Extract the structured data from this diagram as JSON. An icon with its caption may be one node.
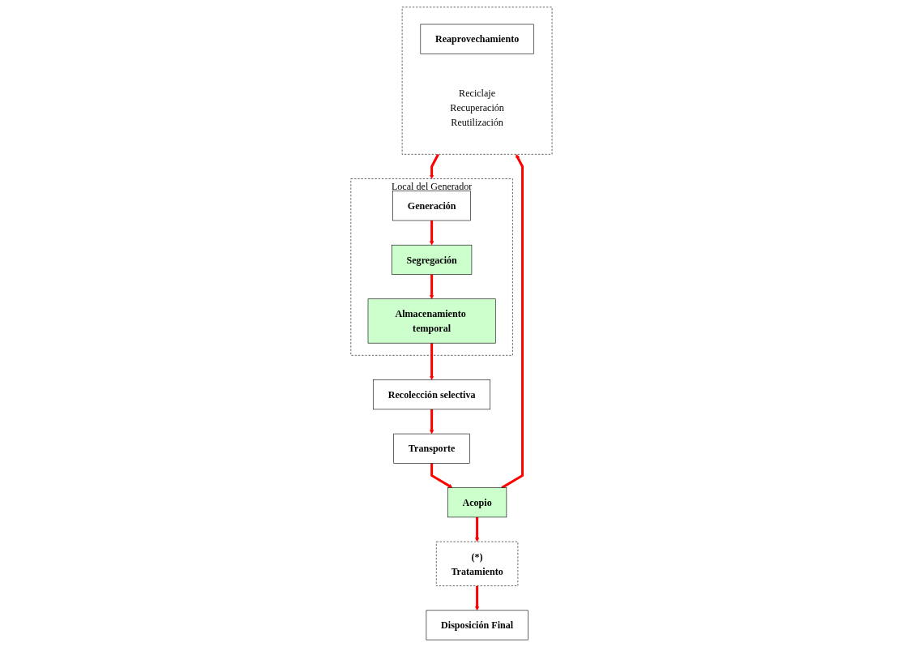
{
  "diagram": {
    "nodes": [
      {
        "text": [
          "Local del Generador"
        ]
      },
      {
        "text": [
          "Generación"
        ],
        "in": 0
      },
      {
        "text": [
          "Segregación"
        ],
        "in": 0
      },
      {
        "text": [
          "Almacenamiento temporal"
        ],
        "in": 0
      },
      {
        "text": [
          "Recolección selectiva"
        ]
      },
      {
        "text": [
          "Transporte"
        ]
      },
      {
        "text": [
          "Acopio"
        ]
      },
      {
        "text": [
          "Reciclaje Recuperación Reutilización"
        ]
      },
      {
        "text": [
          "Reaprovechamiento"
        ],
        "in": 7
      },
      {
        "text": [
          "(*)",
          "Tratamiento"
        ]
      },
      {
        "text": [
          "Disposición Final"
        ]
      }
    ],
    "edges": [
      {
        "from": 1,
        "to": 2,
        "arrow": "to"
      },
      {
        "from": 2,
        "to": 3,
        "arrow": "to"
      },
      {
        "from": 3,
        "to": 4,
        "arrow": "to"
      },
      {
        "from": 4,
        "to": 5,
        "arrow": "to"
      },
      {
        "from": 5,
        "to": 6,
        "arrow": "to"
      },
      {
        "from": 6,
        "to": 7,
        "arrow": "to"
      },
      {
        "from": 7,
        "to": 0,
        "arrow": "to"
      },
      {
        "from": 6,
        "to": 9,
        "arrow": "to"
      },
      {
        "from": 9,
        "to": 10,
        "arrow": "to"
      }
    ]
  }
}
